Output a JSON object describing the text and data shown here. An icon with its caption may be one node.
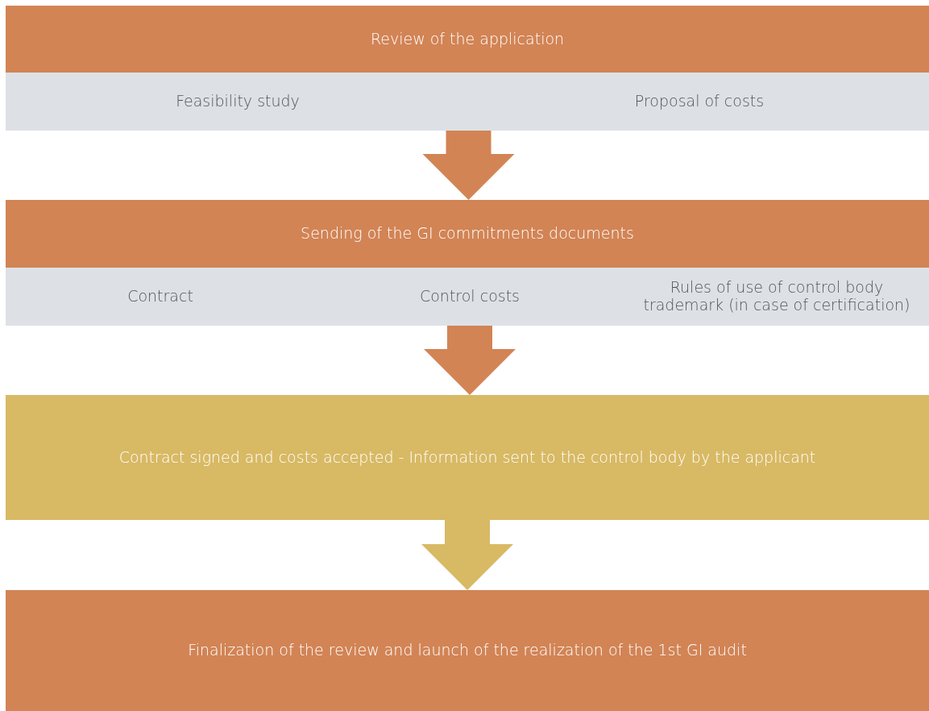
{
  "diagram": {
    "nodes": [
      {
        "text": [
          "Review of the application"
        ]
      },
      {
        "text": [
          "Feasibility study"
        ]
      },
      {
        "text": [
          "Proposal of costs"
        ]
      },
      {
        "text": [
          "Sending of the GI commitments documents"
        ]
      },
      {
        "text": [
          "Contract"
        ]
      },
      {
        "text": [
          "Control costs"
        ]
      },
      {
        "text": [
          "Rules of use of control body trademark (in case of certification)"
        ]
      },
      {
        "text": [
          "Contract signed and costs accepted - Information sent to the control body by the applicant"
        ]
      },
      {
        "text": [
          "Finalization of the review and launch of the realization of the 1st GI audit"
        ]
      }
    ],
    "edges": [
      {
        "from": 1,
        "to": 3,
        "arrow": "to"
      },
      {
        "from": 2,
        "to": 3,
        "arrow": "to"
      },
      {
        "from": 5,
        "to": 7,
        "arrow": "to"
      },
      {
        "from": 7,
        "to": 8,
        "arrow": "to",
        "color": "#d8b964"
      }
    ]
  }
}
